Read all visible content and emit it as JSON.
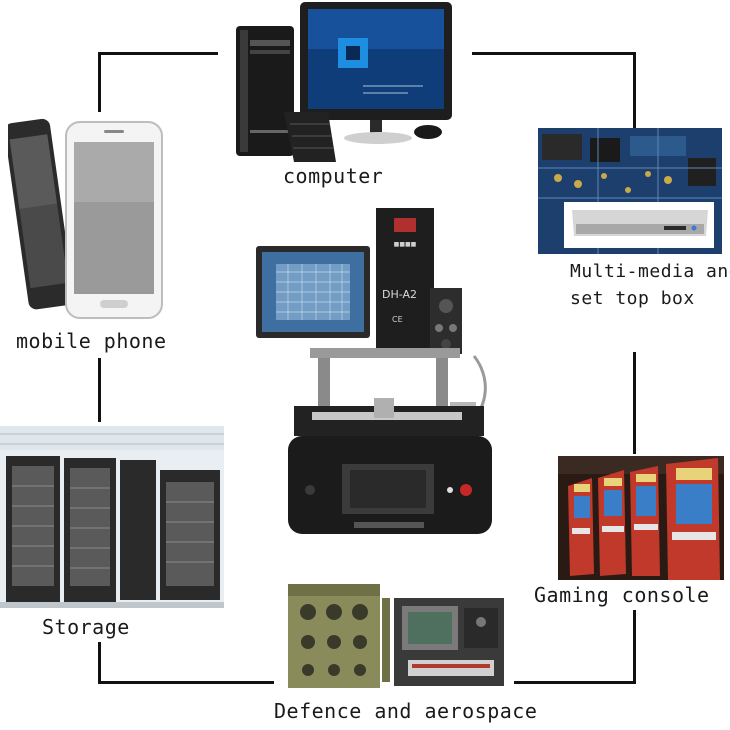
{
  "center": {
    "station_model": "DH-A2"
  },
  "nodes": {
    "computer": "computer",
    "multimedia_line1": "Multi-media and",
    "multimedia_line2": "set top box",
    "mobile": "mobile phone",
    "storage": "Storage",
    "gaming": "Gaming console",
    "defence": "Defence and aerospace"
  },
  "colors": {
    "connector": "#111111",
    "station_body": "#1b1b1b",
    "pcb_blue": "#1d3f6e",
    "arcade_cabinet": "#c0392b"
  }
}
